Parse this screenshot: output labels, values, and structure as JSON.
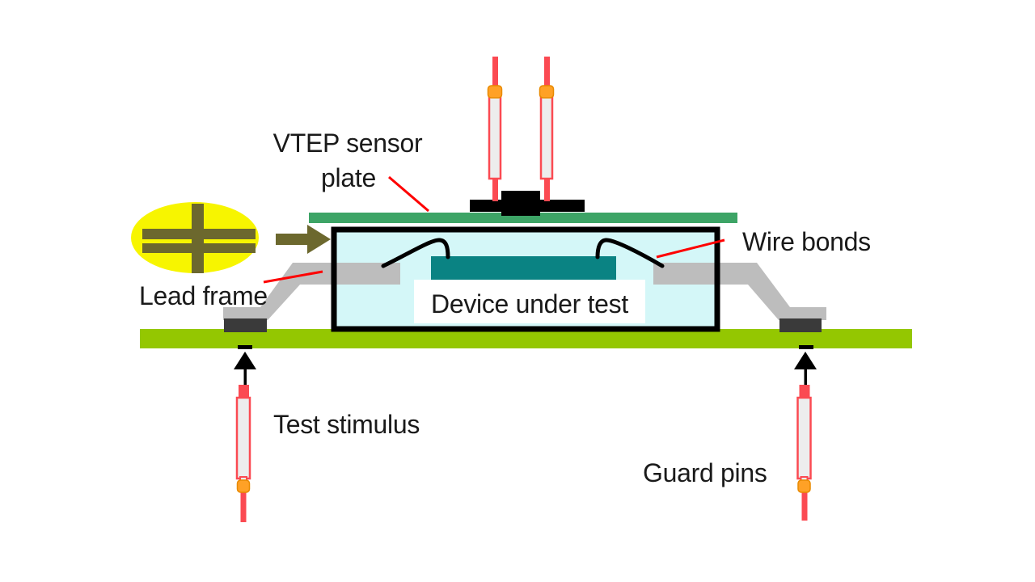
{
  "diagram": {
    "title": "VTEP capacitive test fixture diagram",
    "labels": {
      "vtep_line1": "VTEP sensor",
      "vtep_line2": "plate",
      "lead_frame": "Lead frame",
      "wire_bonds": "Wire bonds",
      "device_under_test": "Device under test",
      "test_stimulus": "Test stimulus",
      "guard_pins": "Guard pins"
    },
    "colors": {
      "bg": "#ffffff",
      "pcb_green": "#94c701",
      "plate_green": "#3da466",
      "chip_teal": "#0a8383",
      "package_fill": "#d4f7f8",
      "package_border": "#000000",
      "lead_gray": "#bdbdbd",
      "pad_dark": "#3a3a3a",
      "pin_red": "#fb4a52",
      "pin_body": "#ededed",
      "pin_orange": "#ffa126",
      "callout_red": "#fe0000",
      "symbol_yellow": "#f7f500",
      "symbol_olive": "#6c682e",
      "text_black": "#1a1a1a"
    }
  }
}
